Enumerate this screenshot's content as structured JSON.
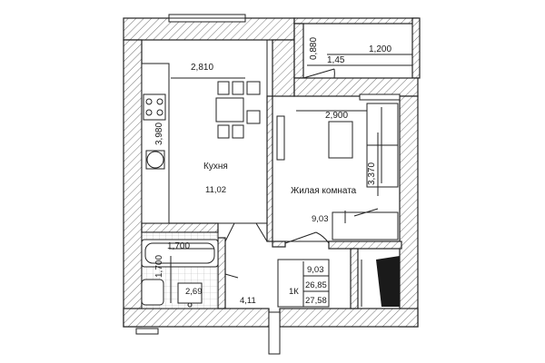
{
  "dimensions": {
    "kitchen_width": "2,810",
    "kitchen_length": "3,980",
    "living_width": "2,900",
    "living_length": "3,370",
    "balcony_depth": "0,880",
    "balcony_width": "1,200",
    "balcony_door": "1,45",
    "bath_width": "1,700",
    "bath_length": "1,700"
  },
  "rooms": {
    "kitchen_name": "Кухня",
    "kitchen_area": "11,02",
    "living_name": "Жилая комната",
    "living_area": "9,03",
    "bathroom_area": "2,69",
    "hall_area": "4,11"
  },
  "summary": {
    "apartment_type": "1К",
    "living_total": "9,03",
    "total_area": "26,85",
    "total_with_balcony": "27,58"
  }
}
